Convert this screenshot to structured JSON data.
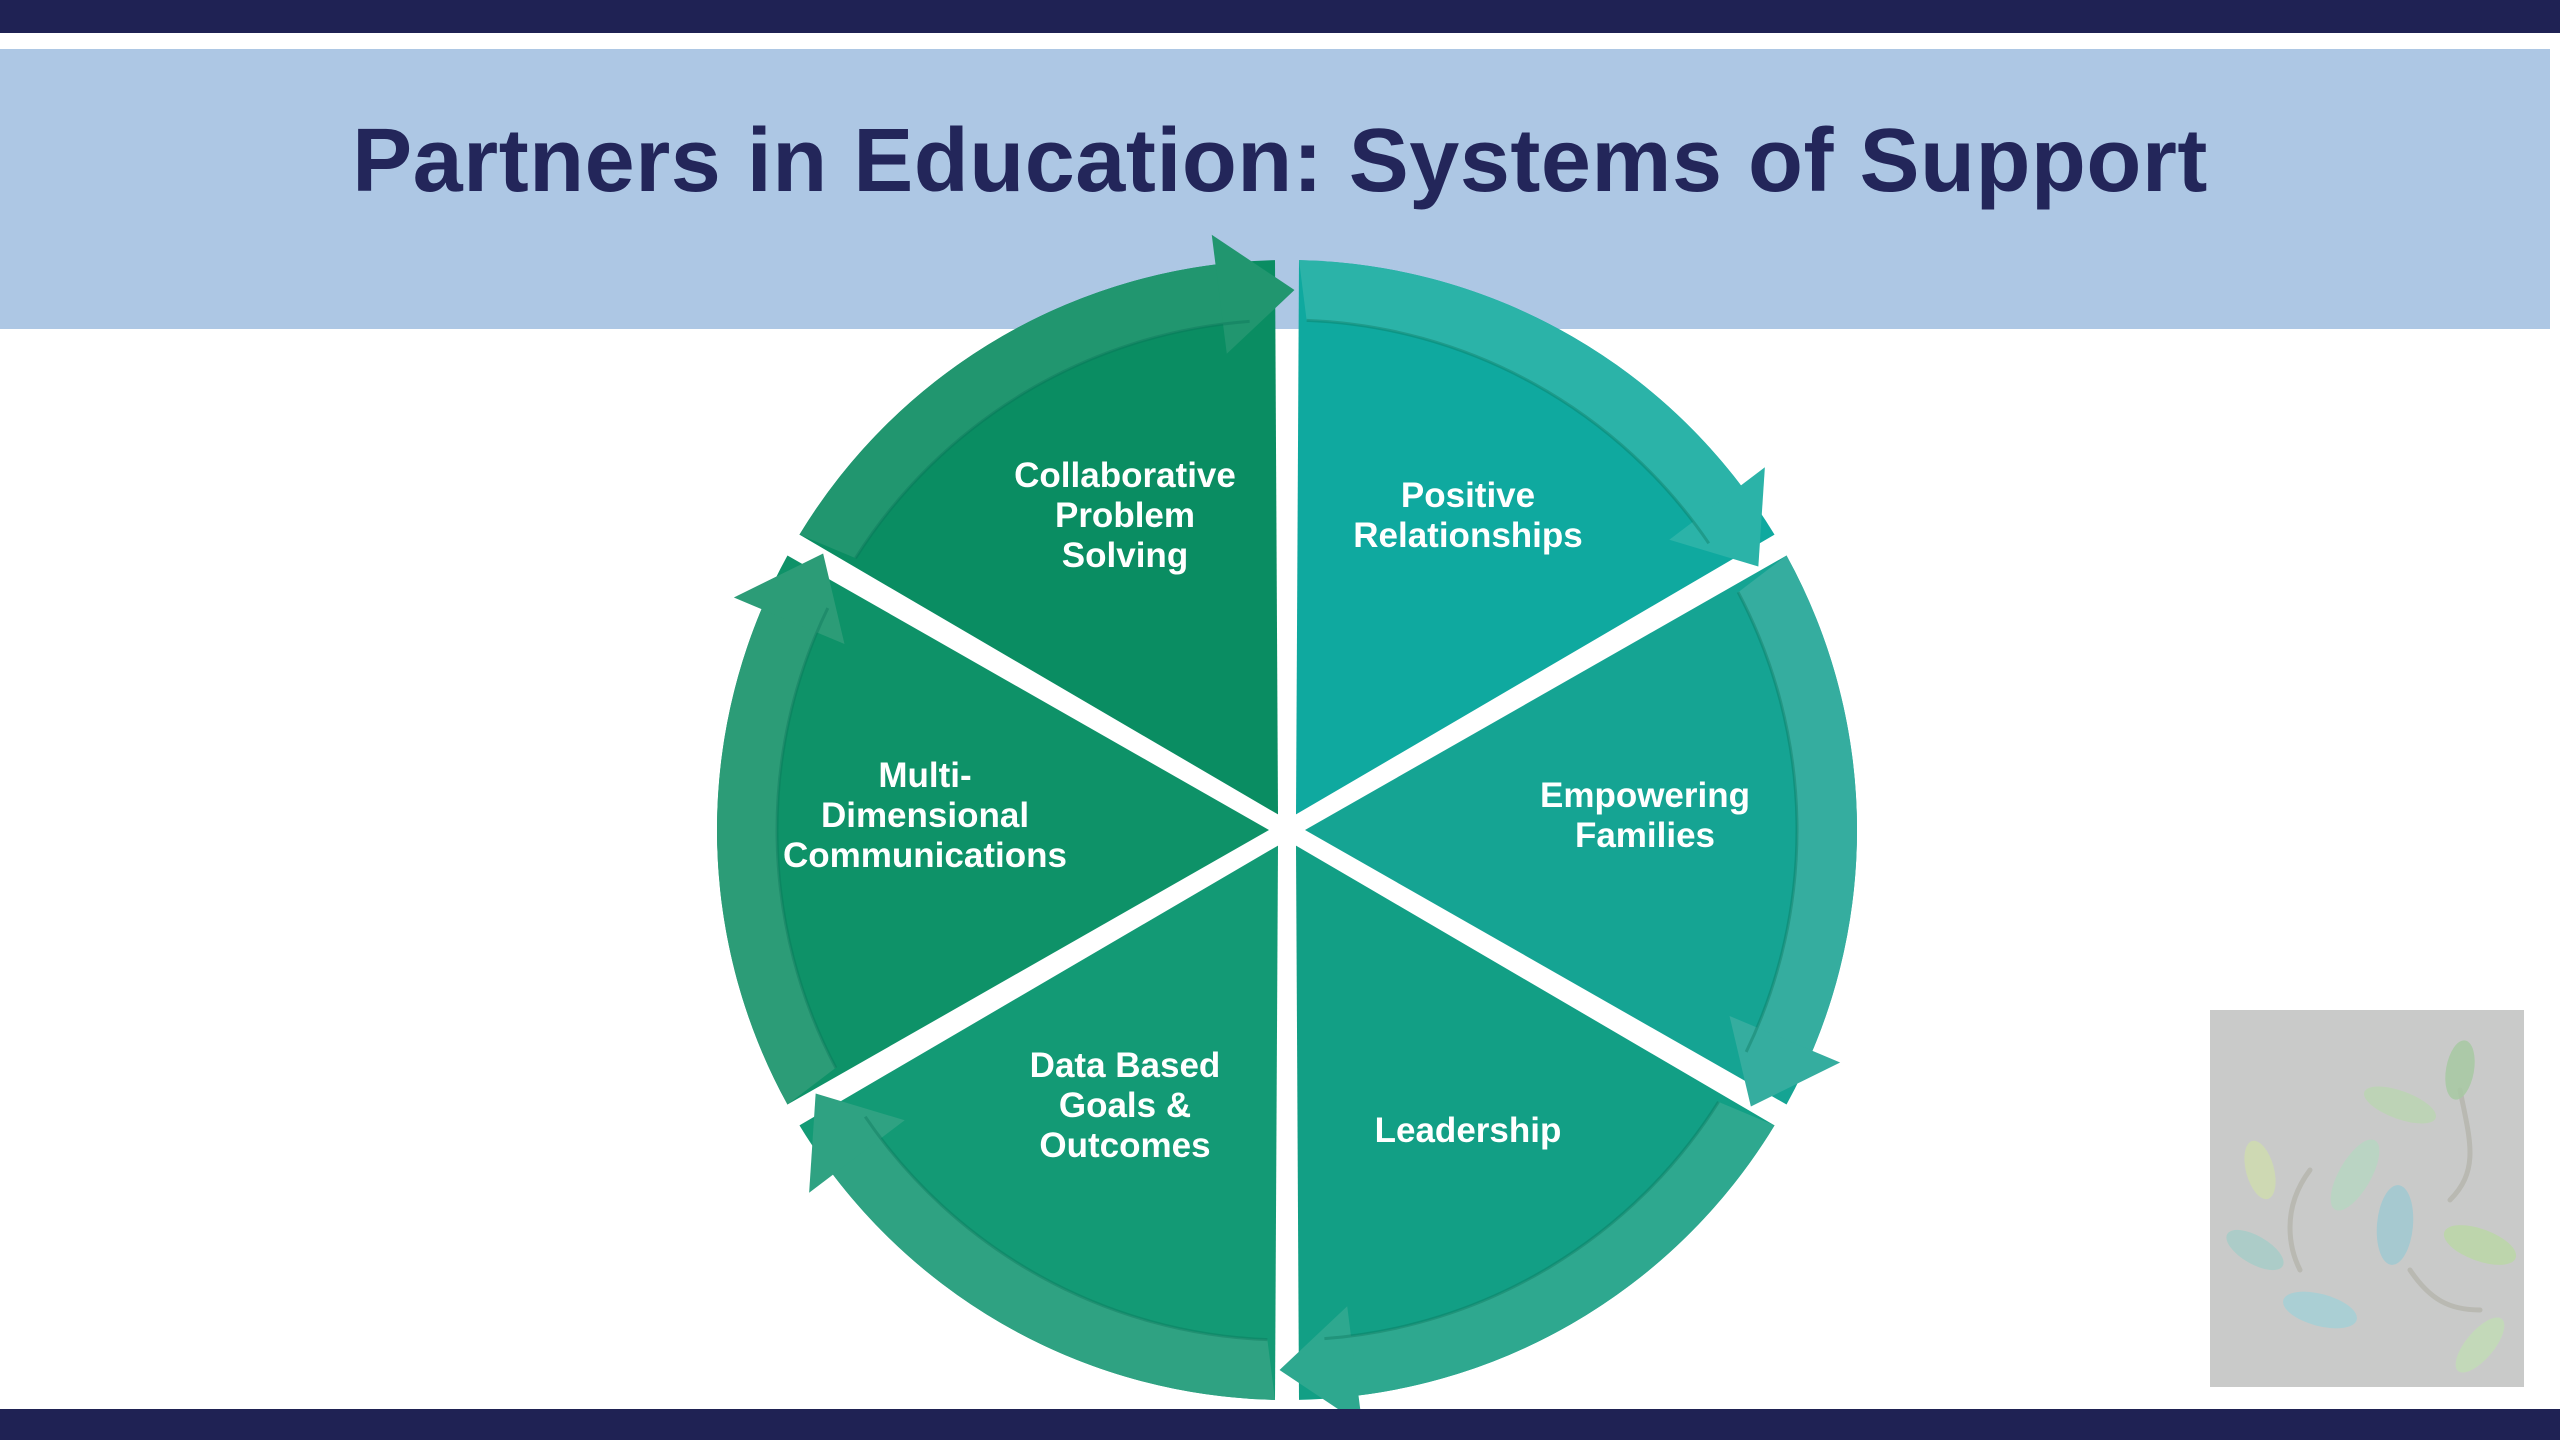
{
  "slide": {
    "title": "Partners in Education: Systems of Support"
  },
  "colors": {
    "frame_bar": "#1f2254",
    "title_band": "#adc7e4",
    "title_text": "#23265a",
    "segment_teal_light": "#12a9a0",
    "segment_green": "#0b8f66"
  },
  "cycle": {
    "segments": [
      {
        "id": "positive-relationships",
        "lines": [
          "Positive",
          "Relationships"
        ],
        "color": "#0fa99f",
        "rim": "#2bb3a8"
      },
      {
        "id": "empowering-families",
        "lines": [
          "Empowering",
          "Families"
        ],
        "color": "#15a493",
        "rim": "#35ad9f"
      },
      {
        "id": "leadership",
        "lines": [
          "Leadership"
        ],
        "color": "#129f85",
        "rim": "#2ea88f"
      },
      {
        "id": "data-based-goals",
        "lines": [
          "Data Based",
          "Goals &",
          "Outcomes"
        ],
        "color": "#139a75",
        "rim": "#2fa282"
      },
      {
        "id": "multi-dimensional-communications",
        "lines": [
          "Multi-",
          "Dimensional",
          "Communications"
        ],
        "color": "#0e9268",
        "rim": "#2c9c77"
      },
      {
        "id": "collaborative-problem-solving",
        "lines": [
          "Collaborative",
          "Problem",
          "Solving"
        ],
        "color": "#0a8d62",
        "rim": "#21966f"
      }
    ]
  },
  "thumbnail": {
    "icon": "sprouting-leaves-icon"
  }
}
